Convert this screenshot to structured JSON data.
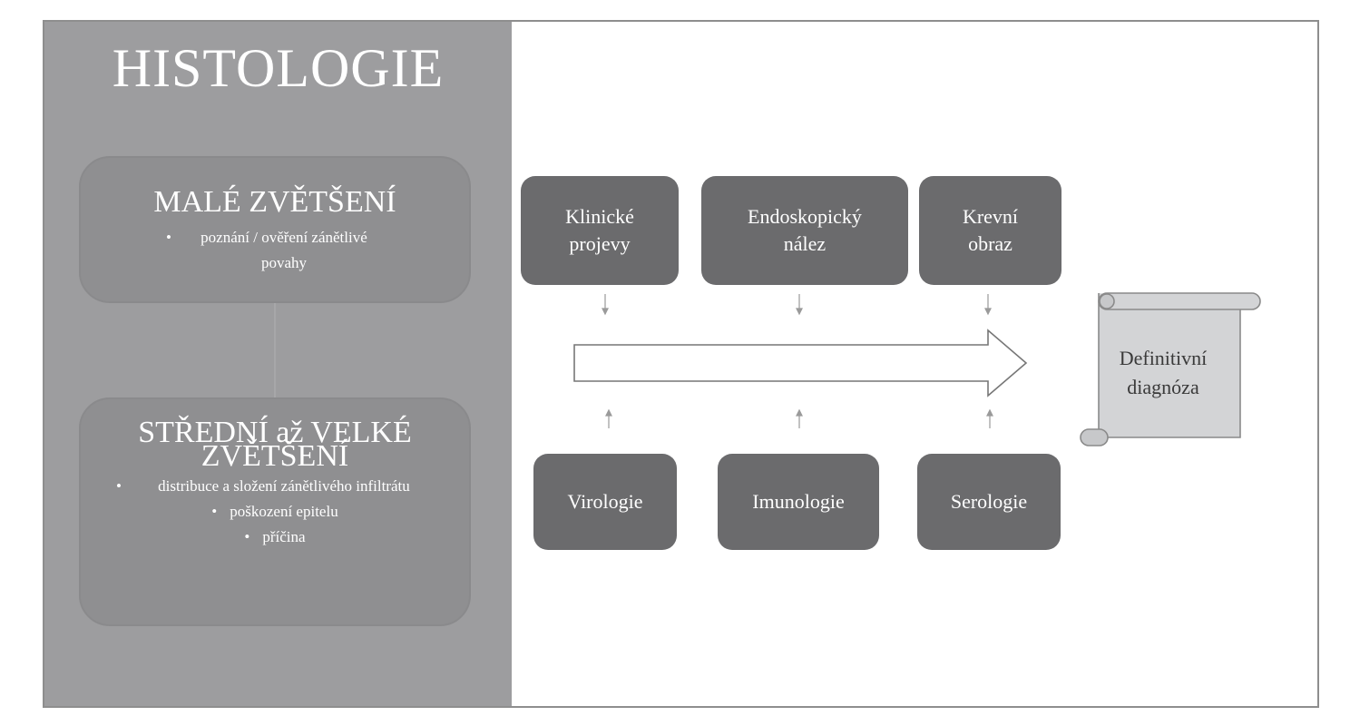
{
  "left_panel": {
    "title": "HISTOLOGIE",
    "low_magnification": {
      "heading": "MALÉ ZVĚTŠENÍ",
      "bullets": [
        "poznání / ověření zánětlivé povahy"
      ]
    },
    "high_magnification": {
      "heading_line1": "STŘEDNÍ až VELKÉ",
      "heading_line2": "ZVĚTŠENÍ",
      "bullets": [
        "distribuce a složení zánětlivého infiltrátu",
        "poškození epitelu",
        "příčina"
      ]
    }
  },
  "top_boxes": [
    {
      "label": "Klinické\nprojevy"
    },
    {
      "label": "Endoskopický\nnález"
    },
    {
      "label": "Krevní\nobraz"
    }
  ],
  "bottom_boxes": [
    {
      "label": "Virologie"
    },
    {
      "label": "Imunologie"
    },
    {
      "label": "Serologie"
    }
  ],
  "result": {
    "label_line1": "Definitivní",
    "label_line2": "diagnóza"
  },
  "colors": {
    "left_panel": "#9d9d9f",
    "inner_box": "#8f8f91",
    "dark_box": "#6b6b6d",
    "scroll": "#d3d4d6"
  }
}
